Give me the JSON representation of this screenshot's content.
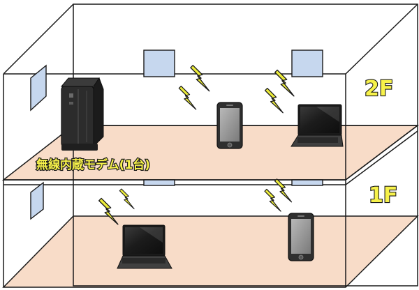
{
  "floors": {
    "upper_label": "2F",
    "lower_label": "1F"
  },
  "modem": {
    "label": "無線内蔵モデム(1台)"
  },
  "colors": {
    "floor_fill": "#f8dcc8",
    "outline": "#1a1a1a",
    "window_fill": "#c6d7ee",
    "bolt_fill": "#ecec3a",
    "label_fill": "#f7f24a",
    "device_body": "#2f2f2f",
    "screen": "#9a9a9a"
  },
  "icons": [
    "router-icon",
    "laptop-icon",
    "smartphone-icon",
    "lightning-icon",
    "window-icon"
  ]
}
